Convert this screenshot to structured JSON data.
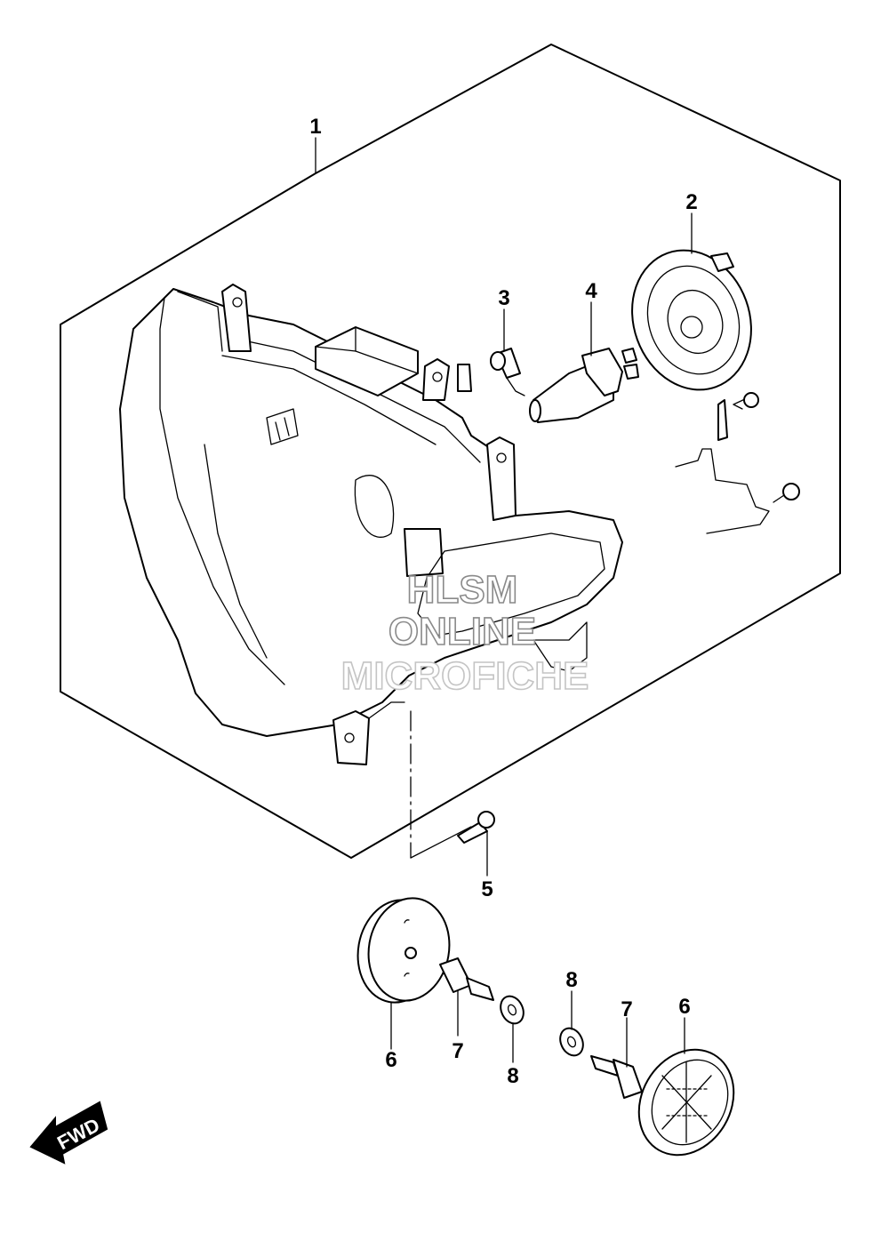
{
  "labels": {
    "p1": "1",
    "p2": "2",
    "p3": "3",
    "p4": "4",
    "p5": "5",
    "p6a": "6",
    "p7a": "7",
    "p8a": "8",
    "p8b": "8",
    "p7b": "7",
    "p6b": "6"
  },
  "watermark": {
    "line1": "HLSM",
    "line2": "ONLINE",
    "line3": "MICROFICHE"
  },
  "fwd": "FWD"
}
